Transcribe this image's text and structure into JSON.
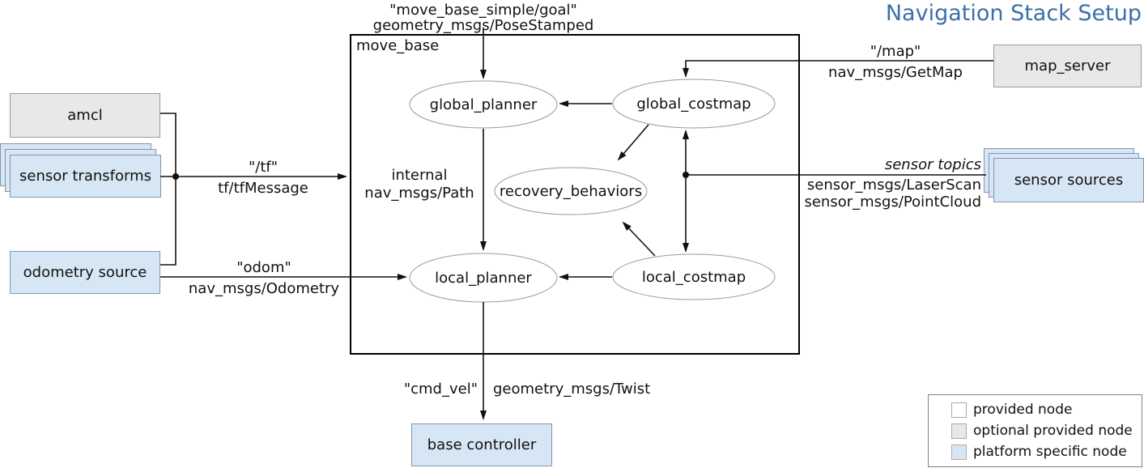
{
  "title": "Navigation Stack Setup",
  "move_base": {
    "label": "move_base",
    "nodes": {
      "global_planner": "global_planner",
      "global_costmap": "global_costmap",
      "recovery_behaviors": "recovery_behaviors",
      "local_planner": "local_planner",
      "local_costmap": "local_costmap"
    }
  },
  "external_nodes": {
    "amcl": "amcl",
    "sensor_transforms": "sensor transforms",
    "odometry_source": "odometry source",
    "map_server": "map_server",
    "sensor_sources": "sensor sources",
    "base_controller": "base controller"
  },
  "edge_labels": {
    "goal_topic": "\"move_base_simple/goal\"",
    "goal_type": "geometry_msgs/PoseStamped",
    "tf_topic": "\"/tf\"",
    "tf_type": "tf/tfMessage",
    "odom_topic": "\"odom\"",
    "odom_type": "nav_msgs/Odometry",
    "map_topic": "\"/map\"",
    "map_type": "nav_msgs/GetMap",
    "sensor_topics_label": "sensor topics",
    "sensor_type_1": "sensor_msgs/LaserScan",
    "sensor_type_2": "sensor_msgs/PointCloud",
    "internal_label": "internal",
    "internal_type": "nav_msgs/Path",
    "cmd_vel_topic": "\"cmd_vel\"",
    "cmd_vel_type": "geometry_msgs/Twist"
  },
  "legend": {
    "items": [
      {
        "label": "provided node",
        "swatch": "#ffffff"
      },
      {
        "label": "optional provided node",
        "swatch": "#e8e8e8"
      },
      {
        "label": "platform specific node",
        "swatch": "#d7e6f4"
      }
    ]
  },
  "colors": {
    "title": "#3d6fa8",
    "provided_node_fill": "#ffffff",
    "optional_node_fill": "#e8e8e8",
    "platform_node_fill": "#d7e6f4",
    "line": "#111111"
  }
}
